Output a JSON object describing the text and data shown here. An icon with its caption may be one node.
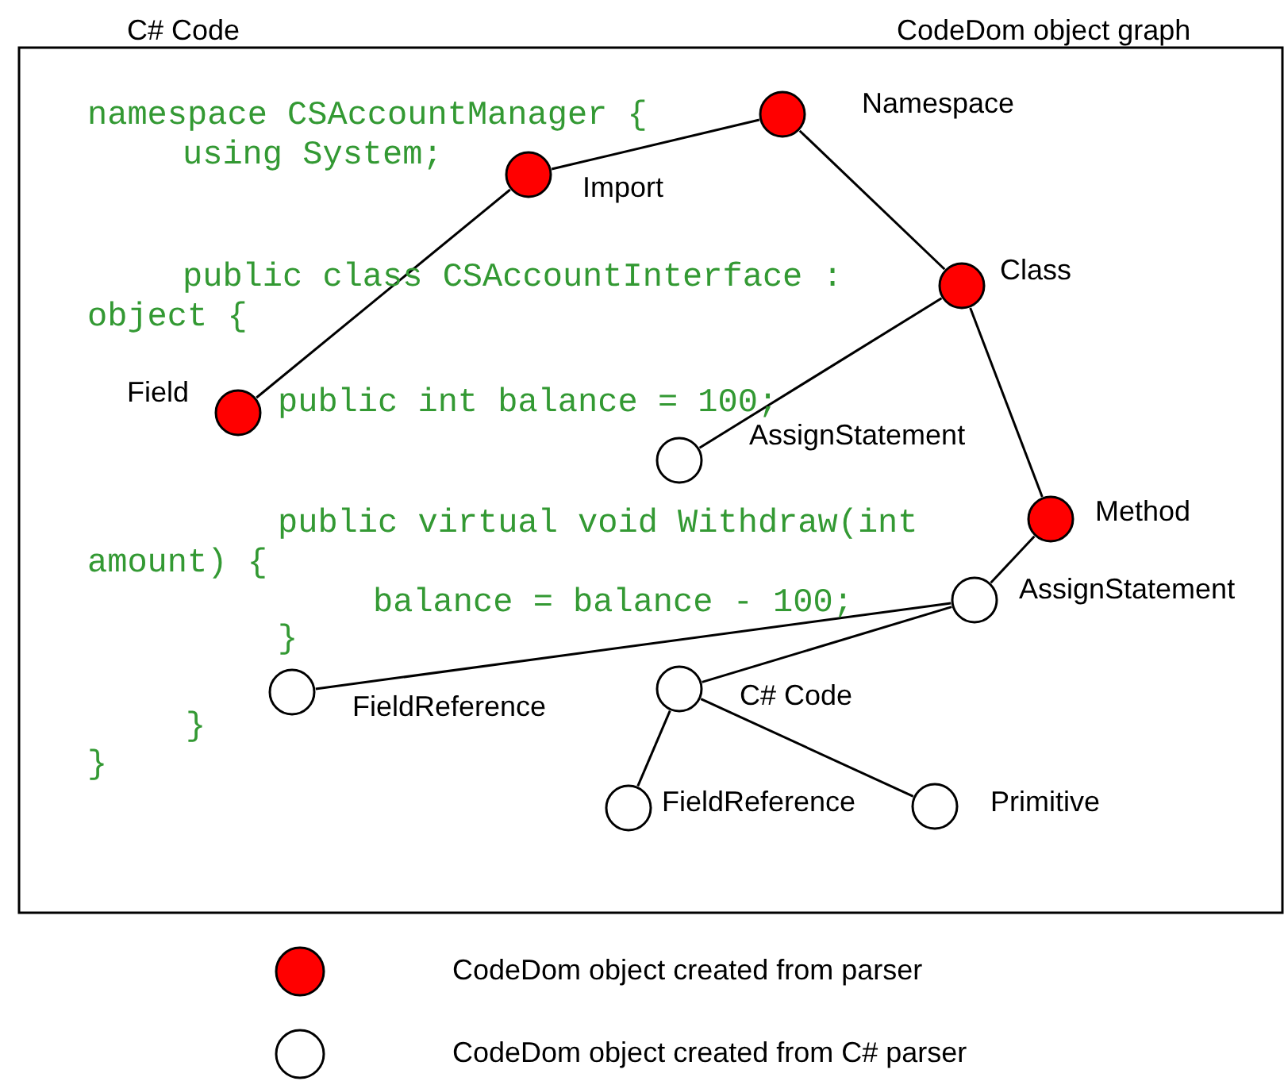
{
  "diagram": {
    "nodes": [
      {
        "text": [],
        "shape": "circle",
        "beside": [
          "Namespace"
        ]
      },
      {
        "text": [],
        "shape": "circle",
        "beside": [
          "Import"
        ]
      },
      {
        "text": [],
        "shape": "circle",
        "beside": [
          "Class"
        ]
      },
      {
        "text": [],
        "shape": "circle",
        "beside": [
          "Field"
        ]
      },
      {
        "text": [],
        "shape": "circle",
        "beside": [
          "AssignStatement"
        ]
      },
      {
        "text": [],
        "shape": "circle",
        "beside": [
          "Method"
        ]
      },
      {
        "text": [],
        "shape": "circle",
        "beside": [
          "AssignStatement"
        ]
      },
      {
        "text": [],
        "shape": "circle",
        "beside": [
          "FieldReference"
        ]
      },
      {
        "text": [],
        "shape": "circle",
        "beside": [
          "C# Code"
        ]
      },
      {
        "text": [],
        "shape": "circle",
        "beside": [
          "FieldReference"
        ]
      },
      {
        "text": [],
        "shape": "circle",
        "beside": [
          "Primitive"
        ]
      }
    ],
    "edges": [
      {
        "from": 0,
        "to": 1,
        "arrow": "none"
      },
      {
        "from": 0,
        "to": 2,
        "arrow": "none"
      },
      {
        "from": 1,
        "to": 3,
        "arrow": "none"
      },
      {
        "from": 2,
        "to": 4,
        "arrow": "none"
      },
      {
        "from": 2,
        "to": 5,
        "arrow": "none"
      },
      {
        "from": 5,
        "to": 6,
        "arrow": "none"
      },
      {
        "from": 6,
        "to": 7,
        "arrow": "none"
      },
      {
        "from": 6,
        "to": 8,
        "arrow": "none"
      },
      {
        "from": 8,
        "to": 9,
        "arrow": "none"
      },
      {
        "from": 8,
        "to": 10,
        "arrow": "none"
      }
    ],
    "labels": [
      "C# Code",
      "CodeDom object graph",
      "namespace CSAccountManager {",
      "using System;",
      "public class CSAccountInterface : object {",
      "public int balance = 100;",
      "public virtual void Withdraw(int amount) {",
      "balance = balance - 100;",
      "}",
      "}",
      "}"
    ],
    "legend": [
      {
        "text": "CodeDom object created from parser",
        "color": "#ff0000"
      },
      {
        "text": "CodeDom object created from C# parser",
        "color": "#ffffff"
      }
    ]
  }
}
